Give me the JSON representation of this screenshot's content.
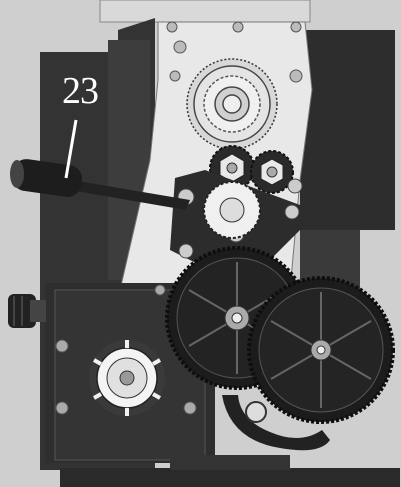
{
  "figure": {
    "callout_number": "23"
  },
  "colors": {
    "background": "#cfcfcf",
    "casting_dark": "#2a2a2a",
    "casting_mid": "#3a3a3a",
    "plate_light": "#e6e6e6",
    "gear_black": "#1e1e1e",
    "metal_light": "#f2f2f2",
    "bolt_gray": "#b8b8b8",
    "label_white": "#ffffff"
  },
  "icons": [
    "lever-handle",
    "gear-train",
    "change-gears",
    "dial-indicator",
    "bolt"
  ]
}
